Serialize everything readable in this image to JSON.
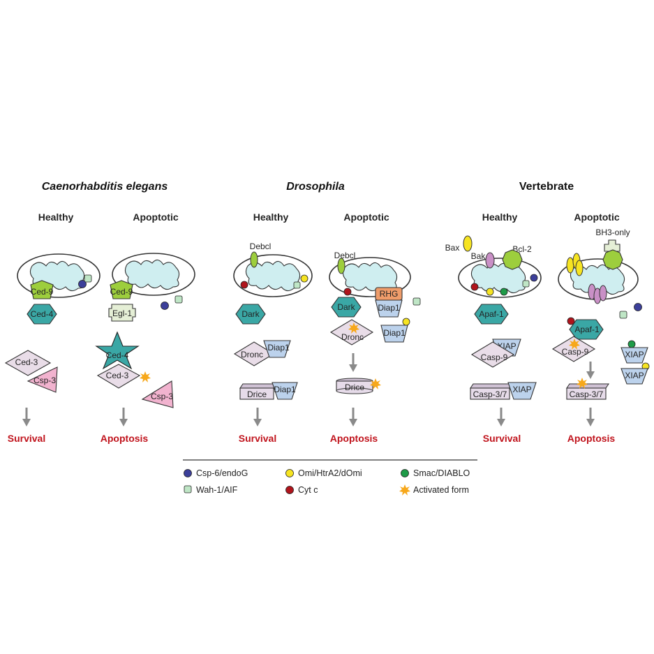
{
  "panels": {
    "celegans": {
      "title": "Caenorhabditis elegans",
      "healthy": {
        "state": "Healthy",
        "proteins": [
          "Ced-9",
          "Ced-4",
          "Ced-3",
          "Csp-3"
        ],
        "outcome": "Survival"
      },
      "apoptotic": {
        "state": "Apoptotic",
        "proteins": [
          "Ced-9",
          "Egl-1",
          "Ced-4",
          "Ced-3",
          "Csp-3"
        ],
        "outcome": "Apoptosis"
      }
    },
    "drosophila": {
      "title": "Drosophila",
      "healthy": {
        "state": "Healthy",
        "proteins": [
          "Debcl",
          "Dark",
          "Dronc",
          "Diap1",
          "Drice",
          "Diap1"
        ],
        "outcome": "Survival"
      },
      "apoptotic": {
        "state": "Apoptotic",
        "proteins": [
          "Debcl",
          "Dark",
          "RHG",
          "Diap1",
          "Diap1",
          "Dronc",
          "Drice"
        ],
        "outcome": "Apoptosis"
      }
    },
    "vertebrate": {
      "title": "Vertebrate",
      "healthy": {
        "state": "Healthy",
        "proteins": [
          "Bax",
          "Bak",
          "Bcl-2",
          "Apaf-1",
          "XIAP",
          "Casp-9",
          "Casp-3/7",
          "XIAP"
        ],
        "outcome": "Survival"
      },
      "apoptotic": {
        "state": "Apoptotic",
        "proteins": [
          "BH3-only",
          "Apaf-1",
          "Casp-9",
          "XIAP",
          "Casp-3/7",
          "XIAP"
        ],
        "outcome": "Apoptosis"
      }
    }
  },
  "legend": [
    {
      "label": "Csp-6/endoG",
      "marker": "blue-circle",
      "color": "#3c3f9a"
    },
    {
      "label": "Omi/HtrA2/dOmi",
      "marker": "yellow-circle",
      "color": "#f6e422"
    },
    {
      "label": "Smac/DIABLO",
      "marker": "green-circle",
      "color": "#1e9b48"
    },
    {
      "label": "Wah-1/AIF",
      "marker": "light-green-square",
      "color": "#bfe6c6"
    },
    {
      "label": "Cyt c",
      "marker": "red-circle",
      "color": "#b0141c"
    },
    {
      "label": "Activated form",
      "marker": "orange-star",
      "color": "#f7a81b"
    }
  ],
  "colors": {
    "outcome": "#c0131c",
    "mitochondrion_inner": "#cfeef0",
    "hexagon": "#3aa7a5",
    "pentagon": "#9dce3d",
    "caspase": "#e9dde8",
    "iap": "#bcd2ec",
    "rhg": "#ef9c6a",
    "bax_bak_yellow": "#f6e422",
    "bak_purple": "#c990c6"
  }
}
